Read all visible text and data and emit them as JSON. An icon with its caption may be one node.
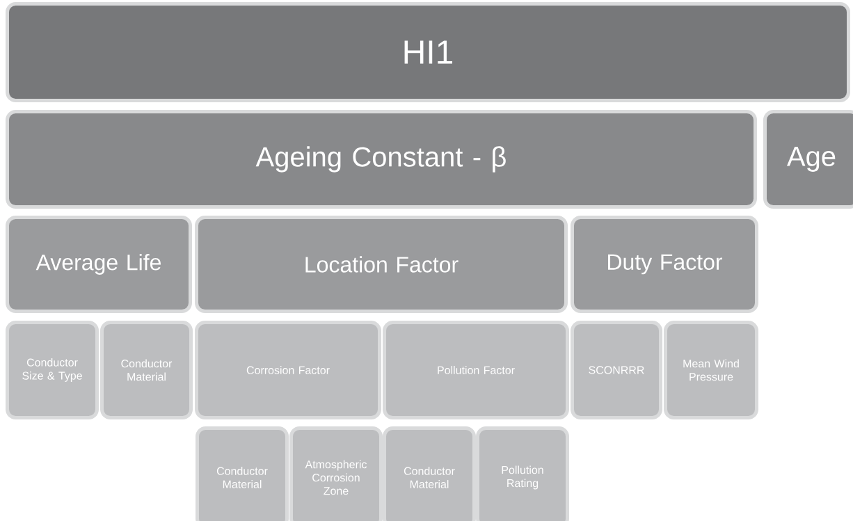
{
  "diagram": {
    "nodes": [
      {
        "text": [
          "HI1"
        ]
      },
      {
        "text": [
          "Ageing Constant - β"
        ]
      },
      {
        "text": [
          "Age"
        ]
      },
      {
        "text": [
          "Average Life"
        ]
      },
      {
        "text": [
          "Location Factor"
        ]
      },
      {
        "text": [
          "Duty Factor"
        ]
      },
      {
        "text": [
          "Conductor Size & Type"
        ]
      },
      {
        "text": [
          "Conductor Material"
        ]
      },
      {
        "text": [
          "Corrosion Factor"
        ]
      },
      {
        "text": [
          "Pollution Factor"
        ]
      },
      {
        "text": [
          "SCONRRR"
        ]
      },
      {
        "text": [
          "Mean Wind Pressure"
        ]
      },
      {
        "text": [
          "Conductor Material"
        ]
      },
      {
        "text": [
          "Atmospheric Corrosion Zone"
        ]
      },
      {
        "text": [
          "Conductor Material"
        ]
      },
      {
        "text": [
          "Pollution Rating"
        ]
      }
    ]
  }
}
